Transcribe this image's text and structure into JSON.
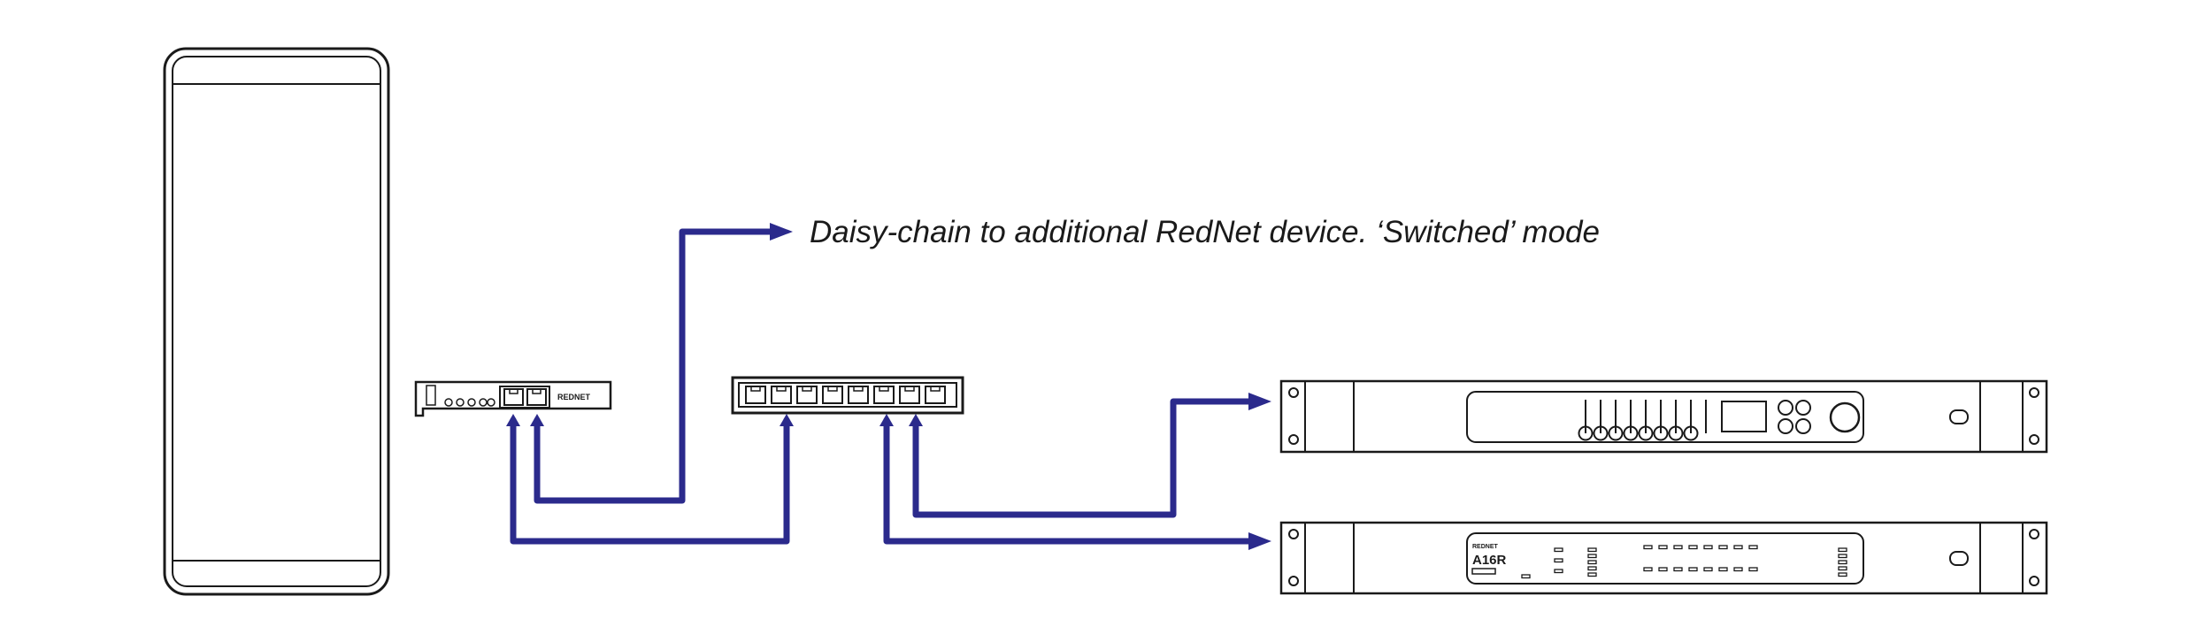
{
  "caption": "Daisy-chain to additional RedNet device. ‘Switched’ mode",
  "pcie_card": {
    "brand": "REDNET"
  },
  "rack_unit_bottom": {
    "brand": "REDNET",
    "model": "A16R"
  },
  "colors": {
    "cable": "#2b2a8c",
    "line": "#1a1a1a"
  }
}
